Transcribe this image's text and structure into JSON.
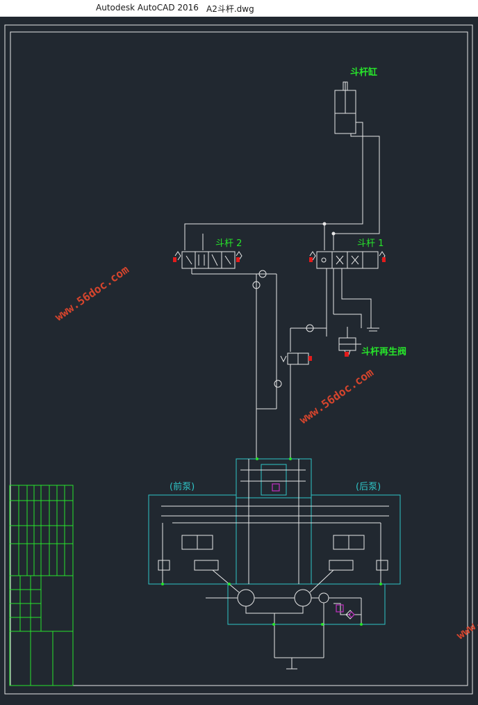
{
  "app": {
    "name": "Autodesk AutoCAD 2016",
    "file": "A2斗杆.dwg"
  },
  "labels": {
    "cylinder": "斗杆缸",
    "valve_2": "斗杆 2",
    "valve_1": "斗杆 1",
    "regen_valve": "斗杆再生阀",
    "front_pump": "(前泵)",
    "rear_pump": "(后泵)"
  },
  "watermark": {
    "text": "www.56doc.com"
  },
  "colors": {
    "background": "#212830",
    "line": "#e8e8e8",
    "label": "#27e52b",
    "pump_box": "#2fc6c8",
    "title_block": "#27e52b",
    "solenoid": "#e21b1b",
    "accent": "#c32fc3",
    "watermark": "#d6452d"
  }
}
